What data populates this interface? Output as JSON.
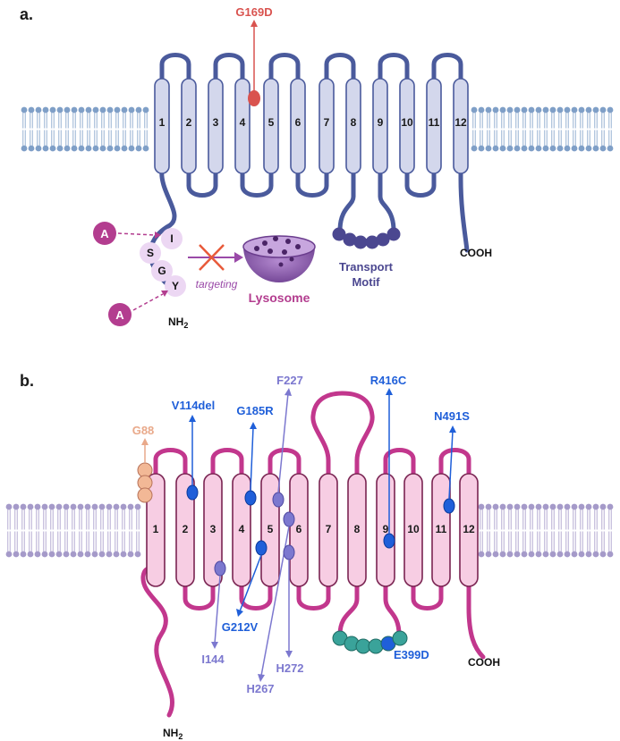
{
  "panel_a": {
    "label": "a.",
    "helix_numbers": [
      "1",
      "2",
      "3",
      "4",
      "5",
      "6",
      "7",
      "8",
      "9",
      "10",
      "11",
      "12"
    ],
    "mutation": {
      "label": "G169D",
      "color": "#d9534f"
    },
    "motif_letters": [
      "I",
      "S",
      "G",
      "Y"
    ],
    "acetyl_label": "A",
    "targeting_label": "targeting",
    "lysosome_label": "Lysosome",
    "transport_motif_label_1": "Transport",
    "transport_motif_label_2": "Motif",
    "c_terminus": "COOH",
    "n_terminus": "NH",
    "n_terminus_sub": "2",
    "colors": {
      "backbone": "#4a5a9c",
      "helix_fill": "#d3d7ec",
      "membrane": "#7f9fc7",
      "lysosome": "#8a5aa8",
      "acetyl": "#b33d8f",
      "motif_bubble": "#ecd7f3",
      "cross": "#e85a3a",
      "motif_beads": "#4b4790"
    }
  },
  "panel_b": {
    "label": "b.",
    "helix_numbers": [
      "1",
      "2",
      "3",
      "4",
      "5",
      "6",
      "7",
      "8",
      "9",
      "10",
      "11",
      "12"
    ],
    "mutations": {
      "V114del": {
        "label": "V114del",
        "color": "#1f5fd9"
      },
      "G185R": {
        "label": "G185R",
        "color": "#1f5fd9"
      },
      "F227": {
        "label": "F227",
        "color": "#7c78cf"
      },
      "R416C": {
        "label": "R416C",
        "color": "#1f5fd9"
      },
      "N491S": {
        "label": "N491S",
        "color": "#1f5fd9"
      },
      "G88": {
        "label": "G88",
        "color": "#e9a98a"
      },
      "G212V": {
        "label": "G212V",
        "color": "#1f5fd9"
      },
      "I144": {
        "label": "I144",
        "color": "#7c78cf"
      },
      "H272": {
        "label": "H272",
        "color": "#7c78cf"
      },
      "H267": {
        "label": "H267",
        "color": "#7c78cf"
      },
      "E399D": {
        "label": "E399D",
        "color": "#1f5fd9"
      }
    },
    "c_terminus": "COOH",
    "n_terminus": "NH",
    "n_terminus_sub": "2",
    "colors": {
      "backbone": "#c2378d",
      "helix_fill": "#f7cde3",
      "helix_stroke": "#7a2452",
      "membrane": "#a59ac9",
      "beads": "#3aa39a"
    }
  }
}
